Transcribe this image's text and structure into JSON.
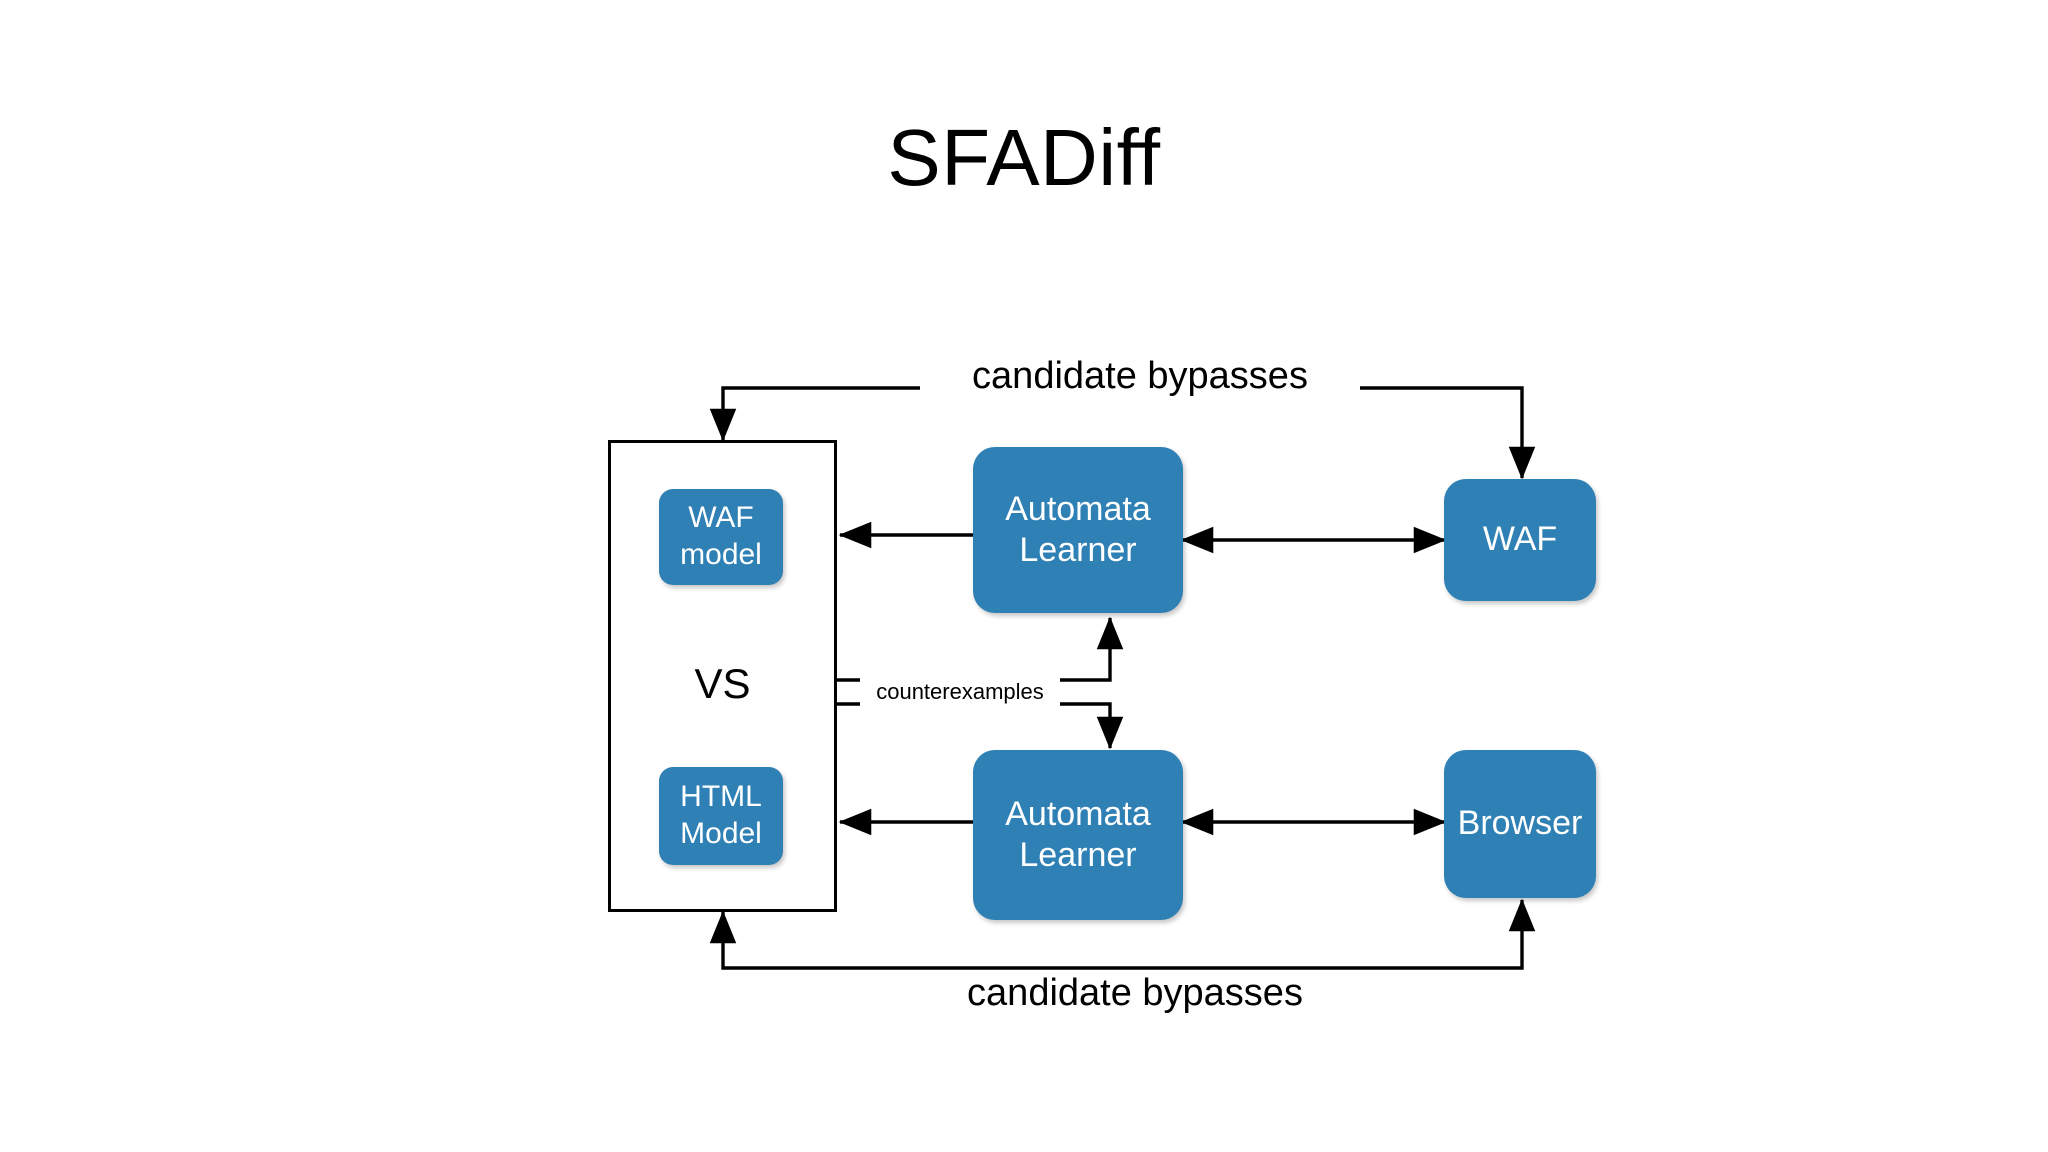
{
  "slide": {
    "title": "SFADiff",
    "background_color": "#ffffff",
    "node_color": "#2f80b4",
    "line_color": "#000000",
    "text_color": "#000000",
    "node_text_color": "#ffffff"
  },
  "diagram": {
    "type": "flow-diagram",
    "compare_group": {
      "name": "model-comparison-frame",
      "separator_label": "VS",
      "models": [
        {
          "id": "waf-model",
          "label": "WAF\nmodel"
        },
        {
          "id": "html-model",
          "label": "HTML\nModel"
        }
      ]
    },
    "nodes": [
      {
        "id": "automata-learner-top",
        "label": "Automata\nLearner"
      },
      {
        "id": "automata-learner-bottom",
        "label": "Automata\nLearner"
      },
      {
        "id": "waf",
        "label": "WAF"
      },
      {
        "id": "browser",
        "label": "Browser"
      }
    ],
    "edge_labels": {
      "candidate_bypasses_top": "candidate bypasses",
      "counterexamples": "counterexamples",
      "candidate_bypasses_bottom": "candidate bypasses"
    },
    "edges": [
      {
        "from": "automata-learner-top",
        "to": "model-comparison-frame",
        "direction": "left",
        "arrows": "single"
      },
      {
        "from": "automata-learner-top",
        "to": "waf",
        "direction": "horizontal",
        "arrows": "double"
      },
      {
        "from": "automata-learner-bottom",
        "to": "model-comparison-frame",
        "direction": "left",
        "arrows": "single"
      },
      {
        "from": "automata-learner-bottom",
        "to": "browser",
        "direction": "horizontal",
        "arrows": "double"
      },
      {
        "from": "model-comparison-frame",
        "to": "automata-learner-top",
        "label": "counterexamples",
        "arrows": "single"
      },
      {
        "from": "model-comparison-frame",
        "to": "automata-learner-bottom",
        "label": "counterexamples",
        "arrows": "single"
      },
      {
        "from": "waf",
        "to": "model-comparison-frame",
        "label": "candidate bypasses",
        "arrows": "double"
      },
      {
        "from": "browser",
        "to": "model-comparison-frame",
        "label": "candidate bypasses",
        "arrows": "double"
      }
    ]
  }
}
